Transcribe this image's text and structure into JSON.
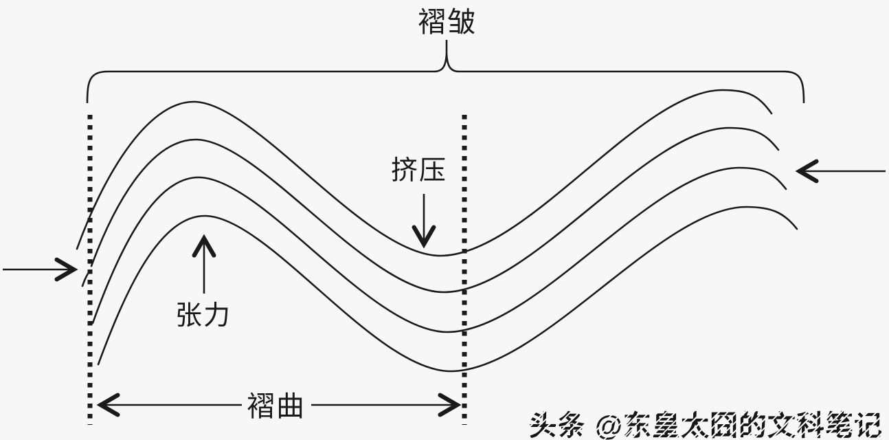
{
  "diagram": {
    "title": "褶皱",
    "labels": {
      "compression": "挤压",
      "tension": "张力",
      "fold_span": "褶曲"
    },
    "watermark": "头条 @东皇太囧的文科笔记",
    "strata_count": 4,
    "arrows": [
      {
        "name": "push-right-arrow",
        "direction": "right",
        "meaning": "lateral compression from left"
      },
      {
        "name": "push-left-arrow",
        "direction": "left",
        "meaning": "lateral compression from right"
      },
      {
        "name": "compression-down-arrow",
        "direction": "down",
        "meaning": "points to syncline trough (挤压)"
      },
      {
        "name": "tension-up-arrow",
        "direction": "up",
        "meaning": "points to anticline crest (张力)"
      },
      {
        "name": "fold-span-double-arrow",
        "direction": "left-right",
        "meaning": "width of one fold (褶曲)"
      }
    ],
    "colors": {
      "line": "#1a1a1a",
      "background": "#f7f7f8",
      "text": "#1a1a1a"
    }
  }
}
